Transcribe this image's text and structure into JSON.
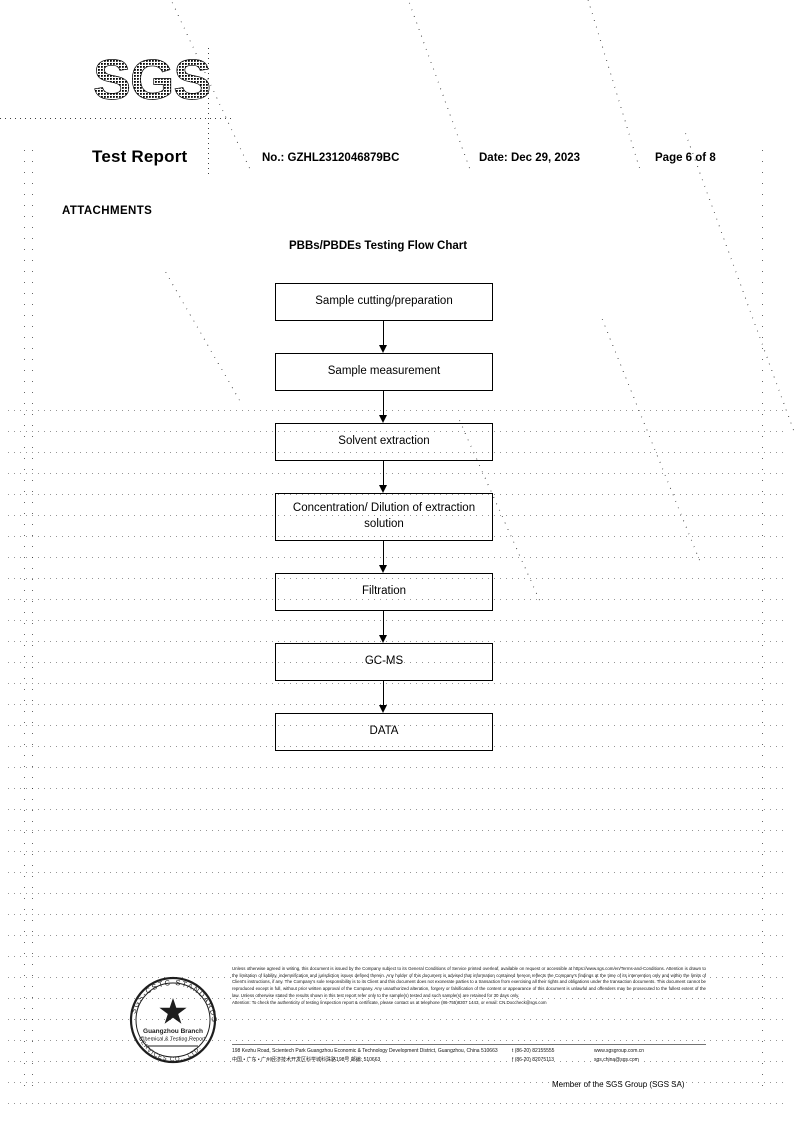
{
  "document": {
    "brand": "SGS",
    "title": "Test Report",
    "report_no_label": "No.: GZHL2312046879BC",
    "date_label": "Date: Dec 29, 2023",
    "page_label": "Page 6 of 8",
    "section_heading": "ATTACHMENTS"
  },
  "flow_chart": {
    "title": "PBBs/PBDEs Testing Flow Chart",
    "steps": [
      {
        "label": "Sample cutting/preparation",
        "lines": 1
      },
      {
        "label": "Sample measurement",
        "lines": 1
      },
      {
        "label": "Solvent extraction",
        "lines": 1
      },
      {
        "label": "Concentration/ Dilution of extraction solution",
        "lines": 2
      },
      {
        "label": "Filtration",
        "lines": 1
      },
      {
        "label": "GC-MS",
        "lines": 1
      },
      {
        "label": "DATA",
        "lines": 1
      }
    ]
  },
  "footer": {
    "disclaimer": "Unless otherwise agreed in writing, this document is issued by the Company subject to its General Conditions of Service printed overleaf, available on request or accessible at https://www.sgs.com/en/Terms-and-Conditions. Attention is drawn to the limitation of liability, indemnification and jurisdiction issues defined therein. Any holder of this document is advised that information contained hereon reflects the Company's findings at the time of its intervention only and within the limits of Client's instructions, if any. The Company's sole responsibility is to its Client and this document does not exonerate parties to a transaction from exercising all their rights and obligations under the transaction documents. This document cannot be reproduced except in full, without prior written approval of the Company. Any unauthorized alteration, forgery or falsification of the content or appearance of this document is unlawful and offenders may be prosecuted to the fullest extent of the law. Unless otherwise stated the results shown in this test report refer only to the sample(s) tested and such sample(s) are retained for 30 days only.",
    "attention": "Attention: To check the authenticity of testing /inspection report & certificate, please contact us at telephone (86-755)8307 1443, or email: CN.Doccheck@sgs.com",
    "address_en": "198 Kezhu Road, Scientech Park Guangzhou Economic & Technology Development District, Guangzhou, China 510663",
    "address_cn": "中国 • 广东 • 广州经济技术开发区科学城科珠路198号   邮编: 510663",
    "tel_line1": "t (86-20) 82155555",
    "tel_line2": "f (86-20) 82075113",
    "web": "www.sgsgroup.com.cn",
    "email": "sgs.china@sgs.com",
    "member": "Member of the SGS Group (SGS SA)"
  },
  "stamp": {
    "outer_text": "SGS-CSTC STANDARDS TECHNICAL SERVICES CO., LTD.",
    "inner_line1": "Guangzhou Branch",
    "inner_line2": "Chemical & Testing Report"
  }
}
